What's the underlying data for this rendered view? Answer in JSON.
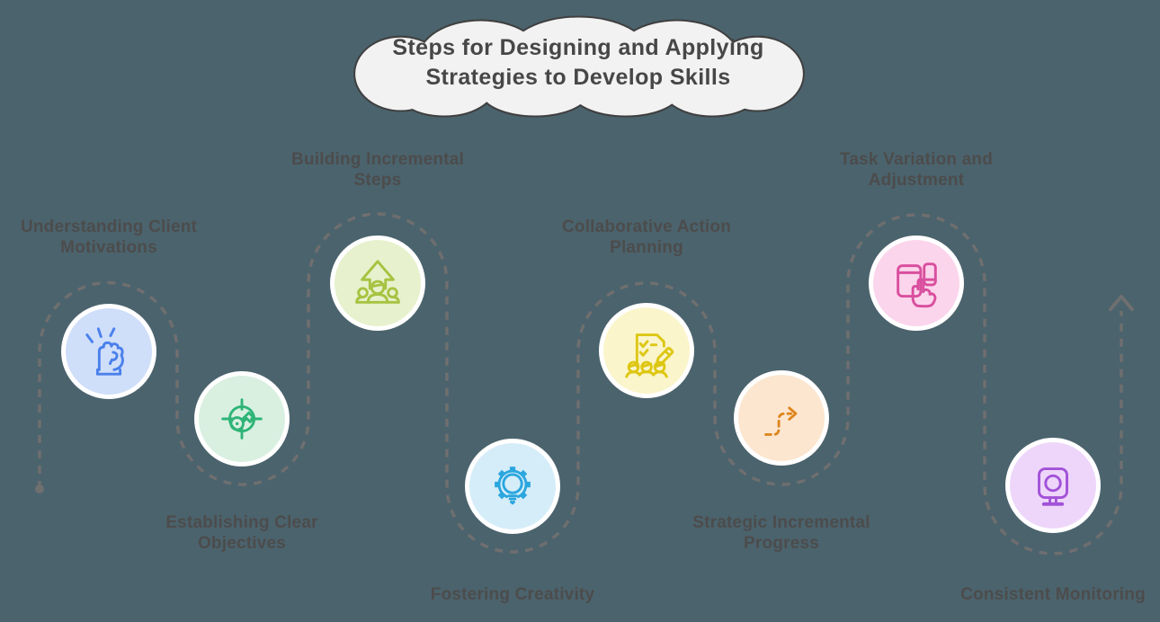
{
  "background_color": "#4b636d",
  "label_color": "#4c4c4c",
  "title": {
    "text": "Steps for Designing and Applying Strategies to Develop Skills",
    "cloud_fill": "#f2f2f2",
    "cloud_border": "#3f3f3f",
    "text_color": "#474747"
  },
  "path": {
    "color": "#6f6f6f",
    "start_marker": "dot",
    "end_marker": "arrow-up"
  },
  "steps": [
    {
      "index": 1,
      "label": "Understanding Client Motivations",
      "icon": "raised-fist-icon",
      "circle_fill": "#cfdef9",
      "icon_color": "#4a80ec",
      "label_position": "above"
    },
    {
      "index": 2,
      "label": "Establishing Clear Objectives",
      "icon": "target-key-icon",
      "circle_fill": "#d9f0e1",
      "icon_color": "#2eb477",
      "label_position": "below"
    },
    {
      "index": 3,
      "label": "Building Incremental Steps",
      "icon": "growth-team-icon",
      "circle_fill": "#e7f1cd",
      "icon_color": "#a6c342",
      "label_position": "above"
    },
    {
      "index": 4,
      "label": "Fostering Creativity",
      "icon": "gear-lightbulb-icon",
      "circle_fill": "#d5edf9",
      "icon_color": "#2ba6de",
      "label_position": "below"
    },
    {
      "index": 5,
      "label": "Collaborative Action Planning",
      "icon": "plan-document-icon",
      "circle_fill": "#fbf5cb",
      "icon_color": "#ddc714",
      "label_position": "above"
    },
    {
      "index": 6,
      "label": "Strategic Incremental Progress",
      "icon": "dashed-progress-arrow-icon",
      "circle_fill": "#fce6d0",
      "icon_color": "#df861f",
      "label_position": "below"
    },
    {
      "index": 7,
      "label": "Task Variation and Adjustment",
      "icon": "devices-touch-icon",
      "circle_fill": "#fbd5ec",
      "icon_color": "#d94f9e",
      "label_position": "above"
    },
    {
      "index": 8,
      "label": "Consistent Monitoring",
      "icon": "monitor-icon",
      "circle_fill": "#eed6fa",
      "icon_color": "#a252d8",
      "label_position": "below"
    }
  ]
}
